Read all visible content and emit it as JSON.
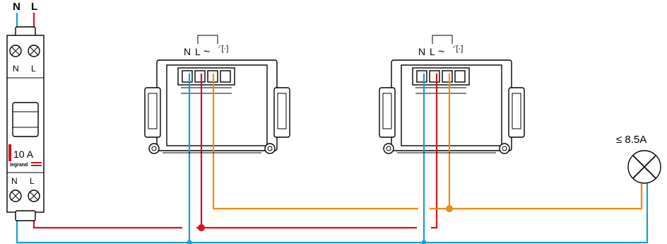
{
  "supply": {
    "neutral_label": "N",
    "live_label": "L"
  },
  "breaker": {
    "top_n": "N",
    "top_l": "L",
    "rating": "10 A",
    "brand": "legrand",
    "bottom_n": "N",
    "bottom_l": "L"
  },
  "switch_terminals": {
    "n": "N",
    "l": "L",
    "wave": "~",
    "out": "⸍[·]"
  },
  "lamp": {
    "rating": "≤ 8.5A"
  },
  "wire_colors": {
    "neutral": "#1d9ad6",
    "live": "#d4141e",
    "switched": "#ef8a14"
  }
}
